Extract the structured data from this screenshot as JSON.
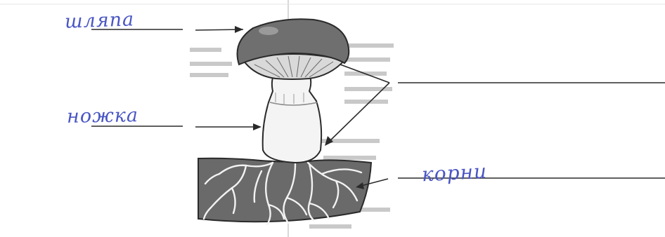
{
  "heading": "",
  "labels": [
    {
      "id": "cap",
      "text": "шляпа"
    },
    {
      "id": "stem",
      "text": "ножка"
    },
    {
      "id": "roots",
      "text": "корни"
    },
    {
      "id": "blank",
      "text": ""
    }
  ],
  "colors": {
    "handwriting": "#4a56c4",
    "line": "#2a2a2a",
    "cap": "#6f6f6f",
    "gills": "#d9d9d9",
    "stem": "#f4f4f4",
    "soil": "#6a6a6a",
    "roots": "#f2f2f2"
  }
}
